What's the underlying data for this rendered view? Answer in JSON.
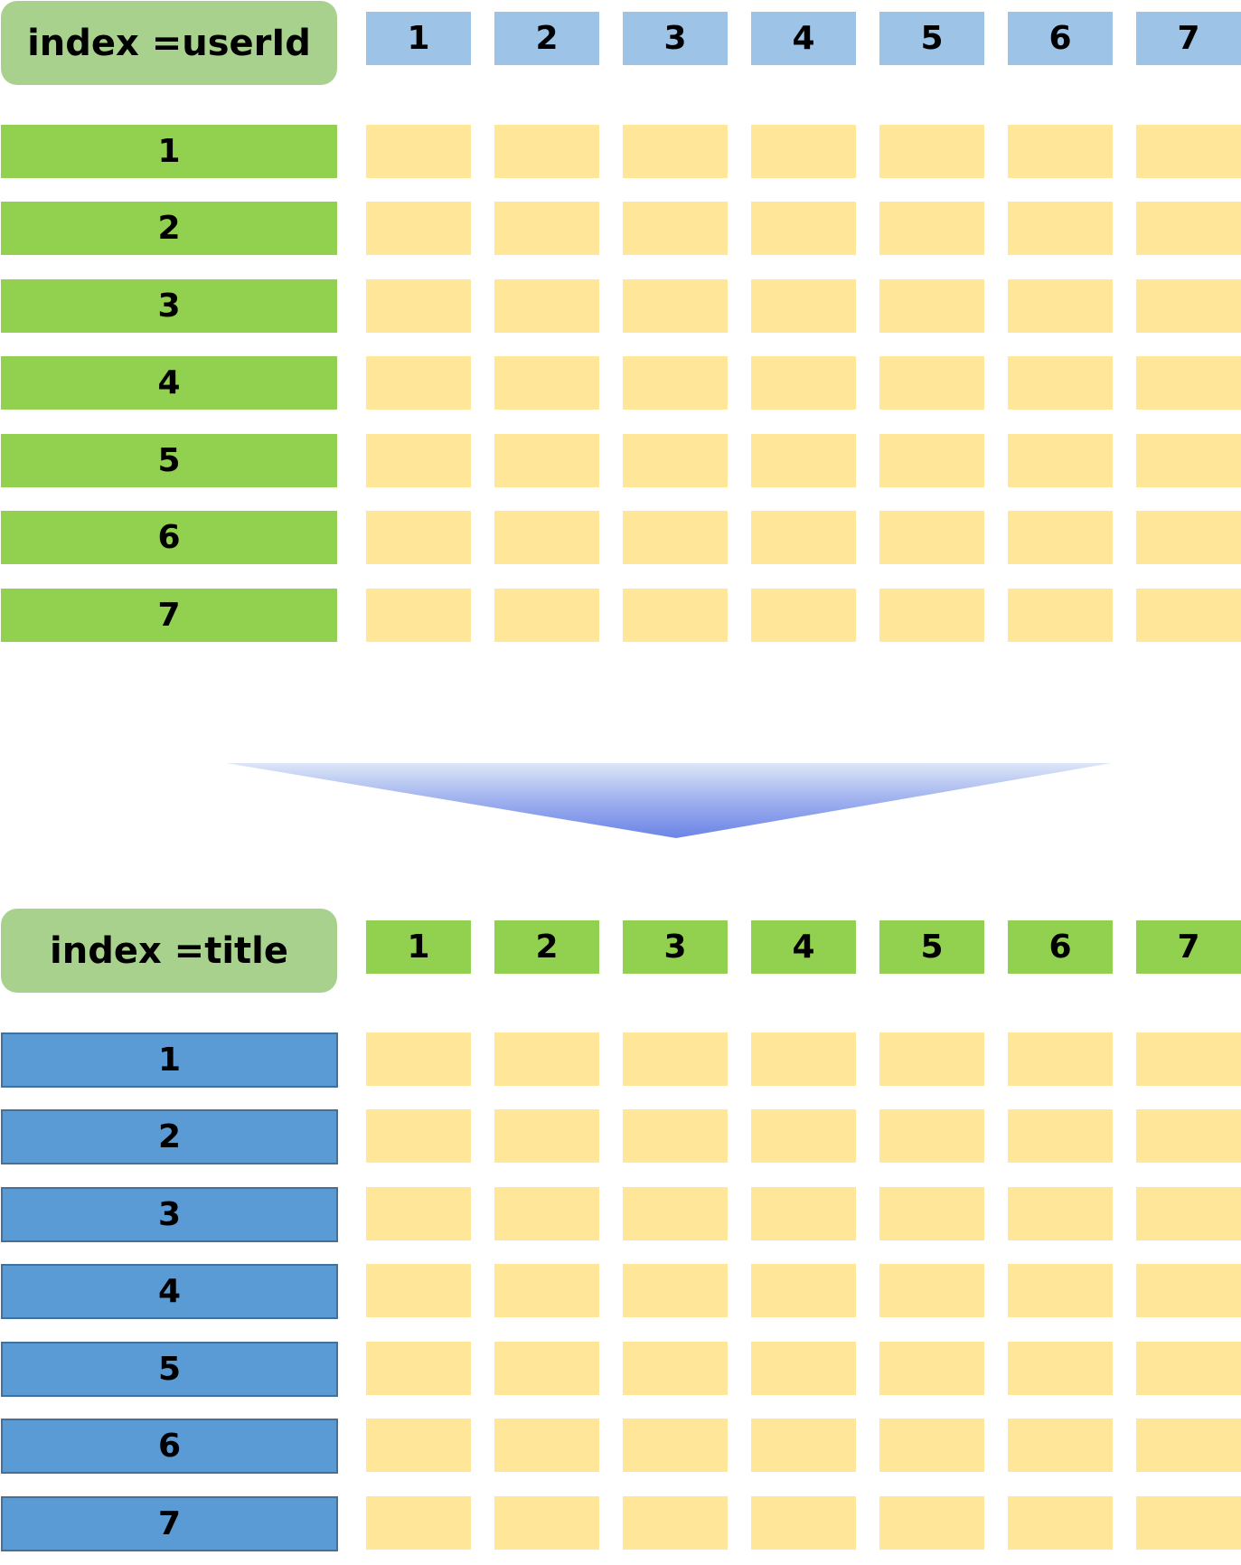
{
  "colors": {
    "index_label": "#a9d18e",
    "grid_cell": "#ffe699",
    "panel1_column_header": "#9dc3e6",
    "panel1_row_header": "#92d050",
    "panel2_column_header": "#92d050",
    "panel2_row_header": "#5b9bd5",
    "panel2_row_border": "#41719c",
    "arrow_gradient_top": "#dce6f7",
    "arrow_gradient_bottom": "#6c84e6"
  },
  "panels": [
    {
      "index_label": "index =userId",
      "column_headers": [
        "1",
        "2",
        "3",
        "4",
        "5",
        "6",
        "7"
      ],
      "row_headers": [
        "1",
        "2",
        "3",
        "4",
        "5",
        "6",
        "7"
      ]
    },
    {
      "index_label": "index =title",
      "column_headers": [
        "1",
        "2",
        "3",
        "4",
        "5",
        "6",
        "7"
      ],
      "row_headers": [
        "1",
        "2",
        "3",
        "4",
        "5",
        "6",
        "7"
      ]
    }
  ],
  "arrow": {
    "direction": "down"
  }
}
